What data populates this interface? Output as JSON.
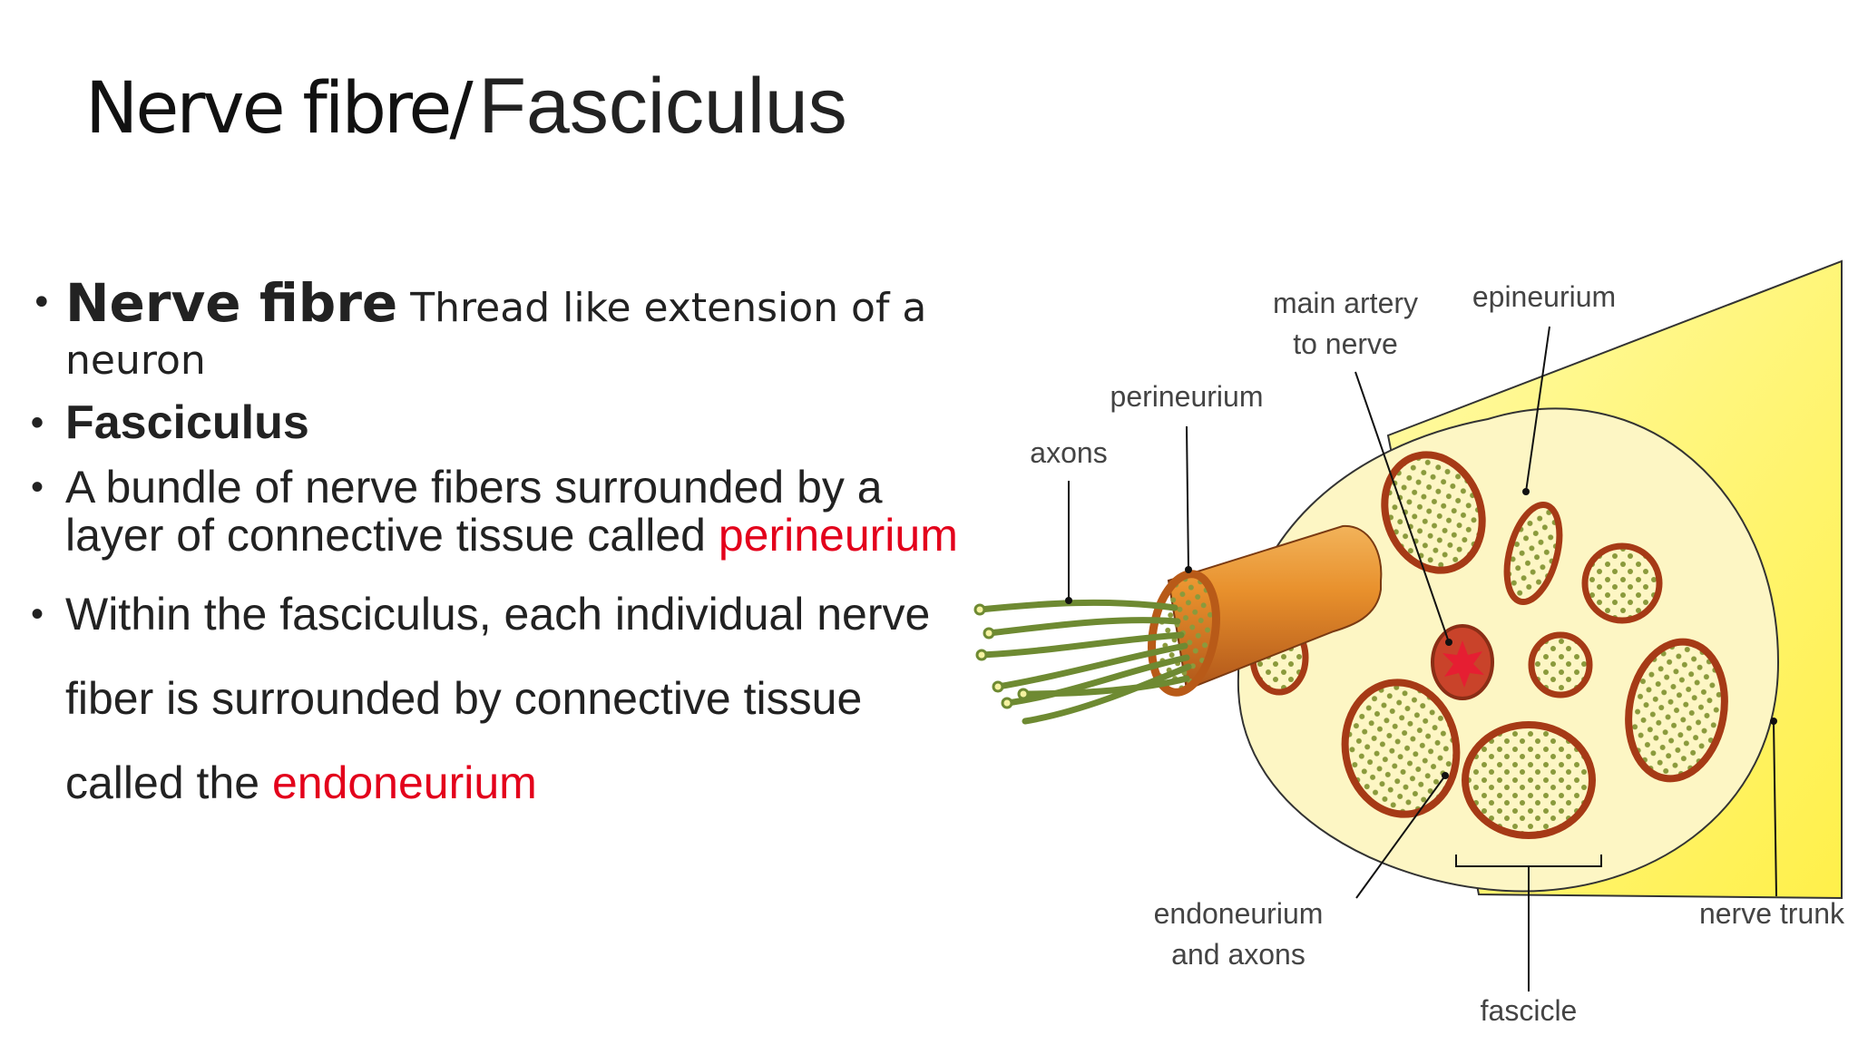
{
  "title": {
    "part1": "Nerve fibre/",
    "part2": "Fasciculus"
  },
  "bullets": {
    "b1_term": "Nerve fibre",
    "b1_desc": "Thread like extension of a neuron",
    "b2_term": "Fasciculus",
    "b3_text": "A bundle of nerve fibers  surrounded by a layer of connective tissue called",
    "b3_highlight": "perineurium",
    "b4_text": "Within the fasciculus, each individual nerve fiber is surrounded by connective tissue called the",
    "b4_highlight": "endoneurium"
  },
  "diagram": {
    "labels": {
      "main_artery_l1": "main artery",
      "main_artery_l2": "to nerve",
      "epineurium": "epineurium",
      "perineurium": "perineurium",
      "axons": "axons",
      "endoneurium_l1": "endoneurium",
      "endoneurium_l2": "and axons",
      "nerve_trunk": "nerve trunk",
      "fascicle": "fascicle"
    }
  },
  "colors": {
    "highlight": "#e3001b",
    "trunk_yellow": "#fff46a",
    "cross_section": "#fdf6c4",
    "fascicle_ring": "#a63a16",
    "fascicle_fill": "#e8b467",
    "axon_green": "#6e8a32"
  }
}
